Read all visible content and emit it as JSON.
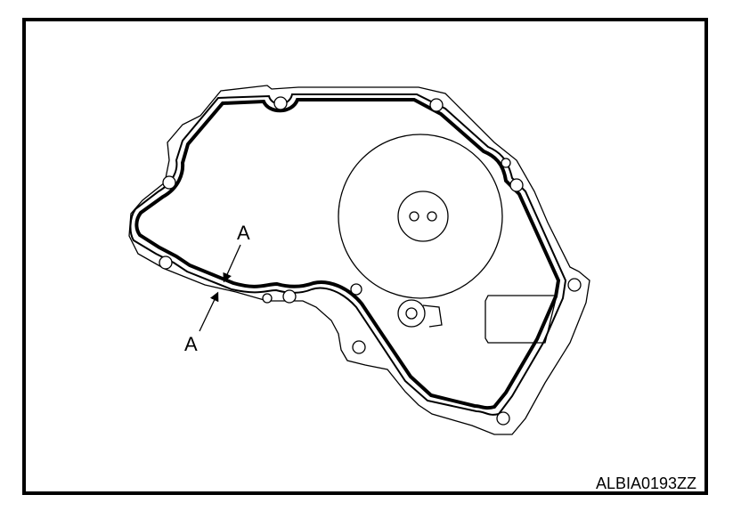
{
  "labels": {
    "section_top": "A",
    "section_bottom": "A"
  },
  "figure_code": "ALBIA0193ZZ"
}
